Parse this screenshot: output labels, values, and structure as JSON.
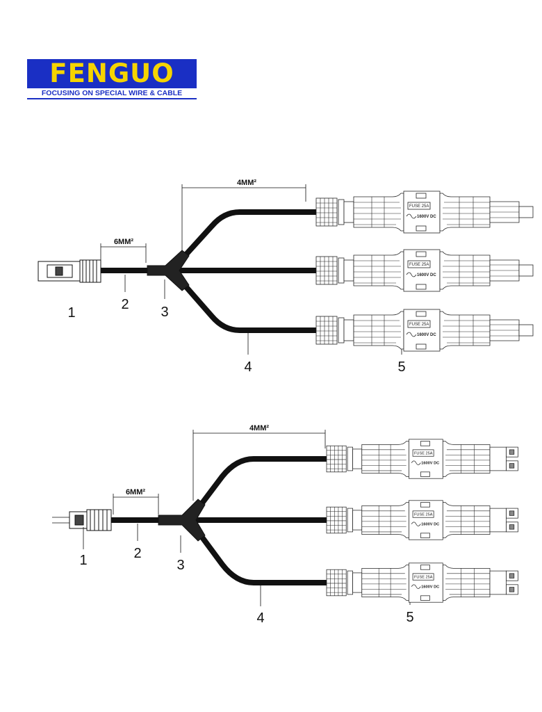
{
  "logo": {
    "name": "FENGUO",
    "tagline": "FOCUSING ON SPECIAL WIRE & CABLE",
    "colors": {
      "band": "#1a2fc4",
      "text": "#f5d400"
    }
  },
  "diagrams": [
    {
      "dim_branch": "4MM²",
      "dim_main": "6MM²",
      "labels": [
        "1",
        "2",
        "3",
        "4",
        "5"
      ],
      "fuses": [
        {
          "rating": "FUSE 25A",
          "voltage": "1600V DC"
        },
        {
          "rating": "FUSE 25A",
          "voltage": "1600V DC"
        },
        {
          "rating": "FUSE 25A",
          "voltage": "1600V DC"
        }
      ]
    },
    {
      "dim_branch": "4MM²",
      "dim_main": "6MM²",
      "labels": [
        "1",
        "2",
        "3",
        "4",
        "5"
      ],
      "fuses": [
        {
          "rating": "FUSE 25A",
          "voltage": "1600V DC"
        },
        {
          "rating": "FUSE 25A",
          "voltage": "1600V DC"
        },
        {
          "rating": "FUSE 25A",
          "voltage": "1600V DC"
        }
      ]
    }
  ]
}
